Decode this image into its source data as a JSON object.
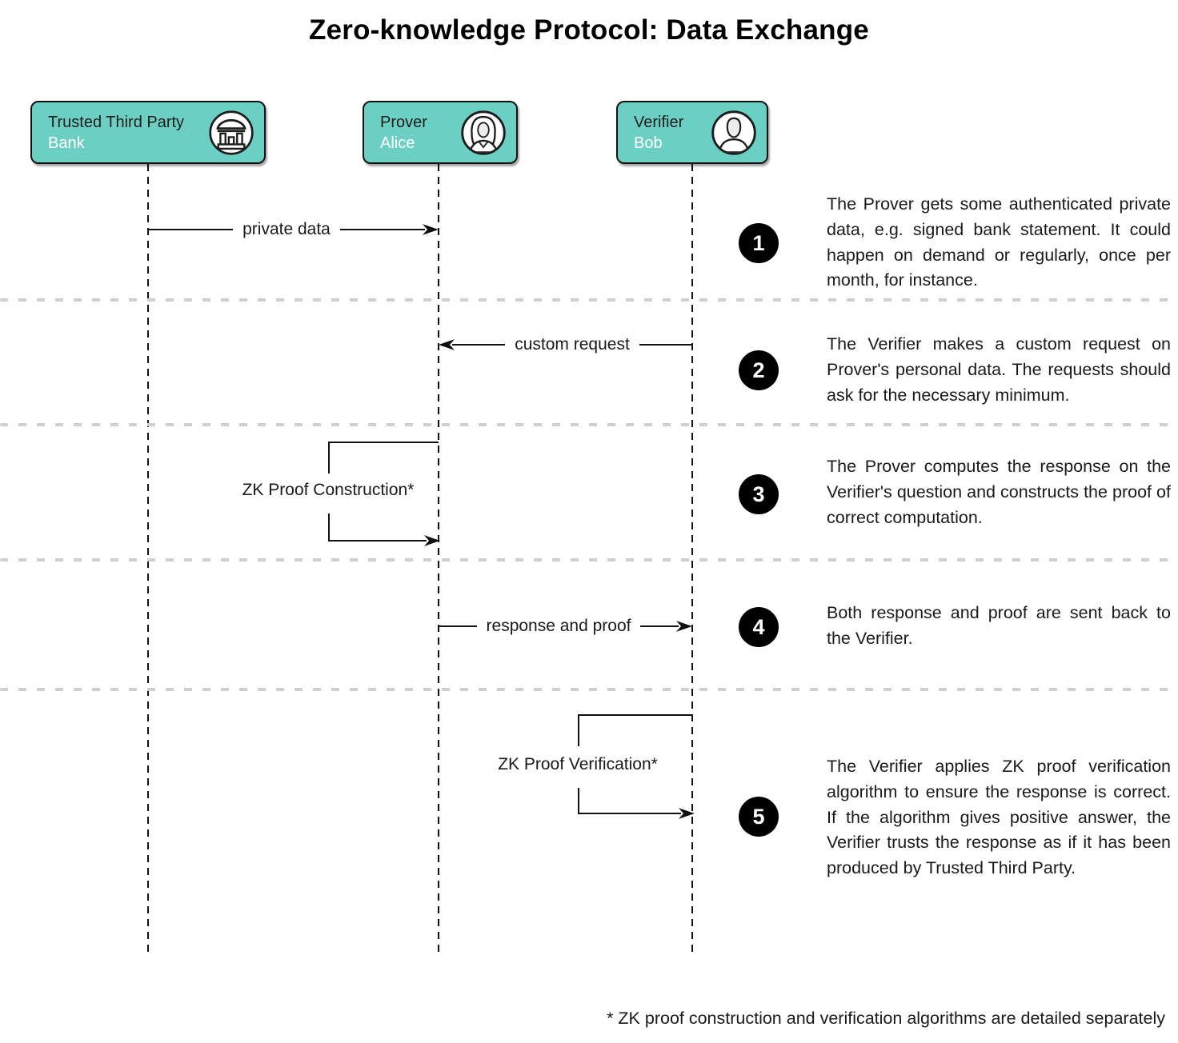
{
  "title": "Zero-knowledge Protocol: Data Exchange",
  "actors": [
    {
      "role": "Trusted Third Party",
      "name": "Bank",
      "icon": "bank-icon"
    },
    {
      "role": "Prover",
      "name": "Alice",
      "icon": "woman-icon"
    },
    {
      "role": "Verifier",
      "name": "Bob",
      "icon": "man-icon"
    }
  ],
  "messages": [
    {
      "label": "private data",
      "from": "Trusted Third Party",
      "to": "Prover",
      "direction": "right"
    },
    {
      "label": "custom request",
      "from": "Verifier",
      "to": "Prover",
      "direction": "left"
    },
    {
      "label": "ZK Proof Construction*",
      "type": "self-loop",
      "actor": "Prover"
    },
    {
      "label": "response and proof",
      "from": "Prover",
      "to": "Verifier",
      "direction": "right"
    },
    {
      "label": "ZK Proof Verification*",
      "type": "self-loop",
      "actor": "Verifier"
    }
  ],
  "steps": [
    {
      "number": "1",
      "text": "The Prover gets some authenticated private data, e.g. signed bank statement. It could happen on demand or regularly, once per month, for instance."
    },
    {
      "number": "2",
      "text": "The Verifier makes a custom request on Prover's personal data. The requests should ask for the necessary minimum."
    },
    {
      "number": "3",
      "text": "The Prover computes the response on the Verifier's question and constructs the proof of correct computation."
    },
    {
      "number": "4",
      "text": "Both response and proof are sent back to the Verifier."
    },
    {
      "number": "5",
      "text": "The Verifier applies ZK proof verification algorithm to ensure the response is correct. If the algorithm gives positive answer, the Verifier trusts the response as if it has been produced by Trusted Third Party."
    }
  ],
  "footnote": "* ZK proof construction and verification algorithms are detailed separately",
  "colors": {
    "actor_fill": "#6BD0C3",
    "actor_border": "#111111",
    "lifeline": "#111111",
    "separator": "#CFCFCF",
    "step_circle": "#000000",
    "actor_name_text": "#FFFFFF",
    "text": "#1A1A1A"
  }
}
